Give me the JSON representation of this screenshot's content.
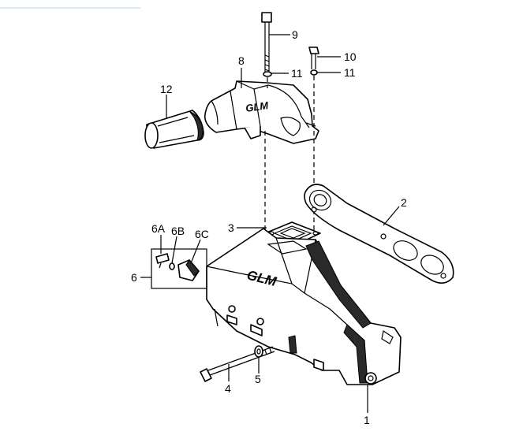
{
  "callouts": {
    "c1": "1",
    "c2": "2",
    "c3": "3",
    "c4": "4",
    "c5": "5",
    "c6": "6",
    "c6a": "6A",
    "c6b": "6B",
    "c6c": "6C",
    "c8": "8",
    "c9": "9",
    "c10": "10",
    "c11a": "11",
    "c11b": "11",
    "c12": "12"
  },
  "logos": {
    "elbow": "GLM",
    "manifold": "GLM"
  },
  "colors": {
    "line": "#000000",
    "top_rule": "#b8d4e8",
    "background": "#ffffff"
  }
}
